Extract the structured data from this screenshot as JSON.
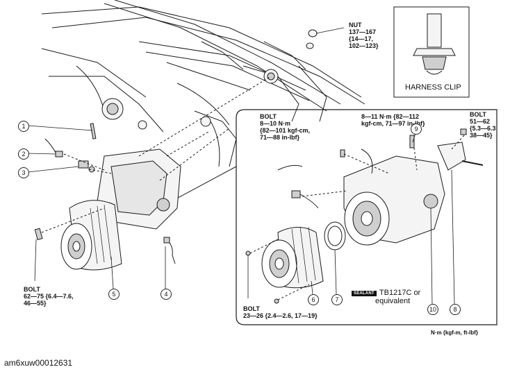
{
  "labels": {
    "nut": "NUT\n137—167\n{14—17,\n102—123}",
    "harness_clip": "HARNESS CLIP",
    "bolt_top_mid": "BOLT\n8—10 N·m\n{82—101 kgf-cm,\n71—88 in-lbf}",
    "torque_top_right": "8—11 N·m {82—112\nkgf-cm, 71—97 in-lbf}",
    "bolt_top_right": "BOLT\n51—62\n{5.3—6.3\n38—45}",
    "bolt_bottom_left": "BOLT\n62—75 {6.4—7.6,\n46—55}",
    "bolt_bottom_mid": "BOLT\n23—26 {2.4—2.6, 17—19}",
    "sealant_tag": "SEALANT",
    "sealant_text": ": TB1217C or\nequivalent",
    "units": "N·m {kgf-m, ft-lbf}"
  },
  "callouts": {
    "c1": "1",
    "c2": "2",
    "c3": "3",
    "c4": "4",
    "c5": "5",
    "c6": "6",
    "c7": "7",
    "c8": "8",
    "c9": "9",
    "c10": "10"
  },
  "figure_id": "am6xuw00012631",
  "colors": {
    "line": "#1a1a1a",
    "fill": "#f4f4f4",
    "shade": "#cfcfcf",
    "background": "#ffffff"
  }
}
